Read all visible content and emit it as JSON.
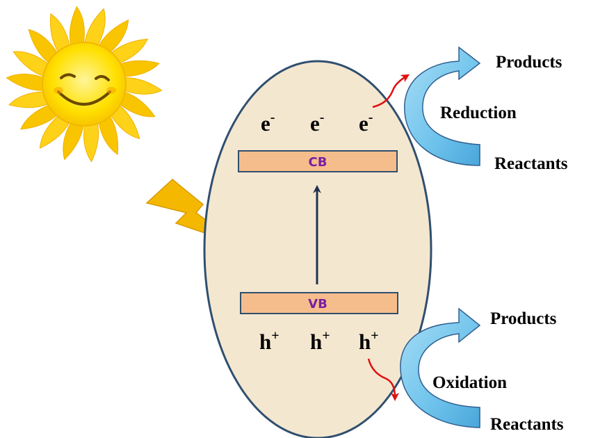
{
  "diagram": {
    "bands": {
      "cb": {
        "label": "CB"
      },
      "vb": {
        "label": "VB"
      }
    },
    "carriers": {
      "electrons": [
        "e",
        "e",
        "e"
      ],
      "electron_charge": "-",
      "holes": [
        "h",
        "h",
        "h"
      ],
      "hole_charge": "+"
    },
    "reduction": {
      "products": "Products",
      "process": "Reduction",
      "reactants": "Reactants"
    },
    "oxidation": {
      "products": "Products",
      "process": "Oxidation",
      "reactants": "Reactants"
    }
  },
  "colors": {
    "particle_fill": "#F4E7D0",
    "particle_stroke": "#2F4F6F",
    "band_fill": "#F6BD8C",
    "band_stroke": "#2F4F6F",
    "band_text": "#7B1FA2",
    "excitation_arrow": "#1F3350",
    "transfer_arrow": "#E01010",
    "cycle_arrow_fill": "#6EC3EC",
    "cycle_arrow_stroke": "#2F5F8F",
    "lightning": "#F5B800",
    "sun_core": "#FFE000",
    "sun_rays": "#F8C500"
  }
}
